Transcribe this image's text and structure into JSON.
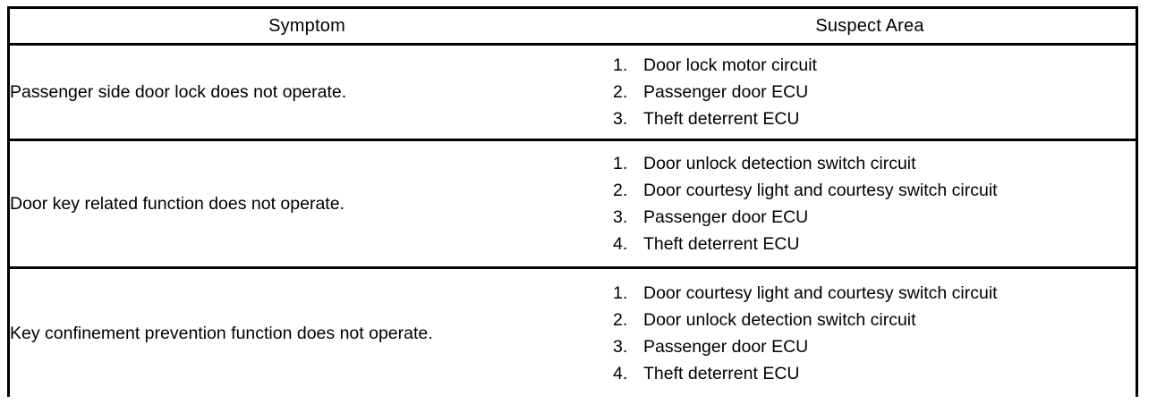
{
  "table": {
    "headers": {
      "symptom": "Symptom",
      "suspect_area": "Suspect Area"
    },
    "rows": [
      {
        "symptom": "Passenger side door lock does not operate.",
        "suspect_area": [
          {
            "num": "1.",
            "text": "Door lock motor circuit"
          },
          {
            "num": "2.",
            "text": "Passenger door ECU"
          },
          {
            "num": "3.",
            "text": "Theft deterrent ECU"
          }
        ]
      },
      {
        "symptom": "Door key related function does not operate.",
        "suspect_area": [
          {
            "num": "1.",
            "text": "Door unlock detection switch circuit"
          },
          {
            "num": "2.",
            "text": "Door courtesy light and courtesy switch circuit"
          },
          {
            "num": "3.",
            "text": "Passenger door ECU"
          },
          {
            "num": "4.",
            "text": "Theft deterrent ECU"
          }
        ]
      },
      {
        "symptom": "Key confinement prevention function does not operate.",
        "suspect_area": [
          {
            "num": "1.",
            "text": "Door courtesy light and courtesy switch circuit"
          },
          {
            "num": "2.",
            "text": "Door unlock detection switch circuit"
          },
          {
            "num": "3.",
            "text": "Passenger door ECU"
          },
          {
            "num": "4.",
            "text": "Theft deterrent ECU"
          }
        ]
      }
    ]
  },
  "colors": {
    "border": "#000000",
    "text": "#000000",
    "background": "#ffffff"
  }
}
